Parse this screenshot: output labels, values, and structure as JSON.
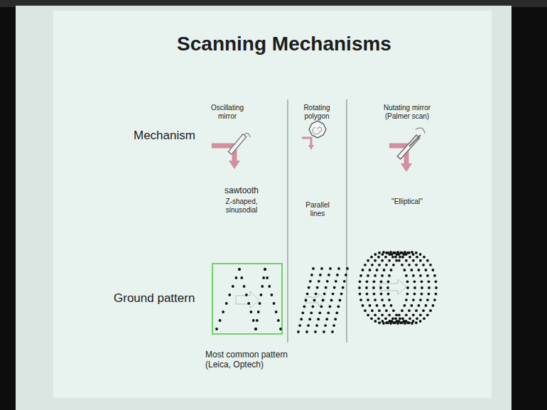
{
  "diagram": {
    "title": "Scanning Mechanisms",
    "labels": [
      "Mechanism",
      "Oscillating mirror",
      "Rotating polygon",
      "Nutating mirror (Palmer scan)",
      "sawtooth",
      "Z-shaped, sinusodial",
      "Parallel lines",
      "\"Elliptical\"",
      "Ground pattern",
      "Most common pattern (Leica, Optech)"
    ]
  }
}
